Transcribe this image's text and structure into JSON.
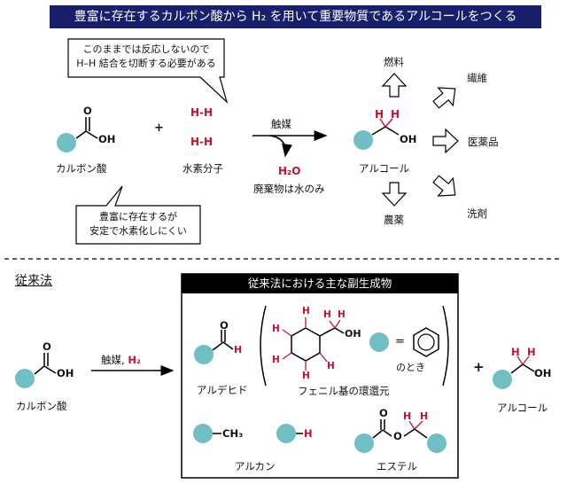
{
  "header": {
    "title": "豊富に存在するカルボン酸から H₂ を用いて重要物質であるアルコールをつくる"
  },
  "colors": {
    "header_bg": "#18206e",
    "blob": "#6fbfc4",
    "accent_red": "#c8102e"
  },
  "top": {
    "callout1": [
      "このままでは反応しないので",
      "H–H 結合を切断する必要がある"
    ],
    "callout2": [
      "豊富に存在するが",
      "安定で水素化しにくい"
    ],
    "carboxylic_label": "カルボン酸",
    "plus": "+",
    "hydrogen_label": "水素分子",
    "hh": "H-H",
    "catalyst": "触媒",
    "water": "H₂O",
    "waste": "廃棄物は水のみ",
    "alcohol_label": "アルコール",
    "products": {
      "fuel": "燃料",
      "fiber": "繊維",
      "medicine": "医薬品",
      "pesticide": "農薬",
      "detergent": "洗剤"
    }
  },
  "bottom": {
    "section": "従来法",
    "carboxylic_label": "カルボン酸",
    "conditions": "触媒,",
    "h2": "H₂",
    "box_title": "従来法における主な副生成物",
    "aldehyde": "アルデヒド",
    "phenyl_reduced": "フェニル基の環還元",
    "note_when": "のとき",
    "alkane": "アルカン",
    "ester": "エステル",
    "plus": "+",
    "alcohol_label": "アルコール"
  },
  "atoms": {
    "O": "O",
    "OH": "OH",
    "H": "H",
    "CH3": "CH₃",
    "eq": "="
  }
}
